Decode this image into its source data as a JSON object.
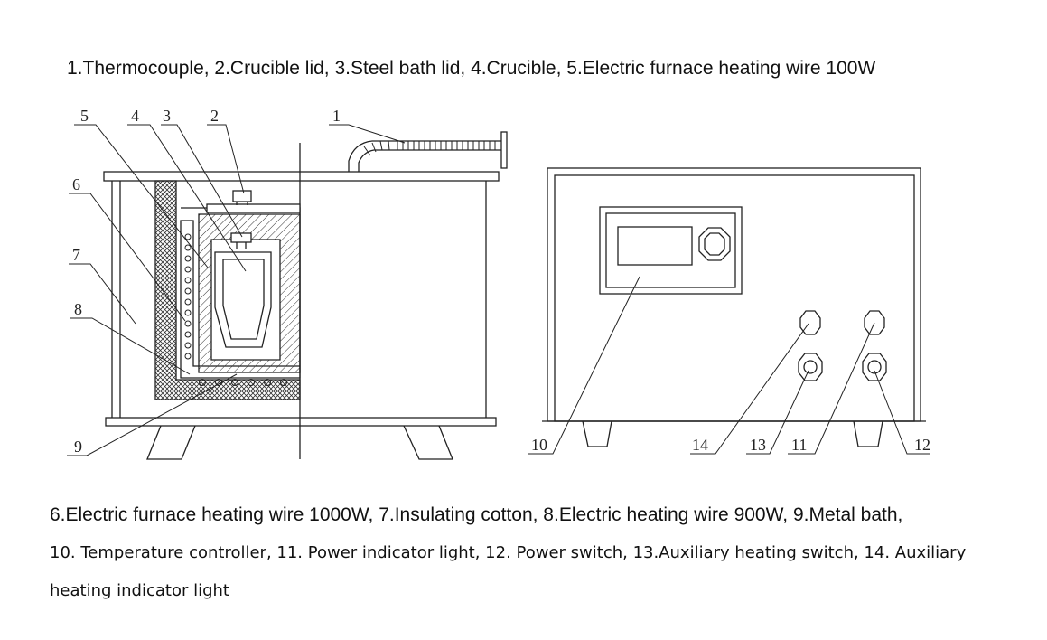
{
  "captions": {
    "top": "1.Thermocouple, 2.Crucible lid, 3.Steel bath lid, 4.Crucible, 5.Electric furnace heating wire 100W",
    "bottom_line1": "6.Electric furnace heating wire 1000W, 7.Insulating cotton, 8.Electric heating wire 900W, 9.Metal bath,",
    "bottom_line2": "10. Temperature controller, 11. Power indicator light, 12. Power switch, 13.Auxiliary heating switch, 14. Auxiliary",
    "bottom_line3": "heating indicator light"
  },
  "callouts": {
    "n1": "1",
    "n2": "2",
    "n3": "3",
    "n4": "4",
    "n5": "5",
    "n6": "6",
    "n7": "7",
    "n8": "8",
    "n9": "9",
    "n10": "10",
    "n11": "11",
    "n12": "12",
    "n13": "13",
    "n14": "14"
  }
}
